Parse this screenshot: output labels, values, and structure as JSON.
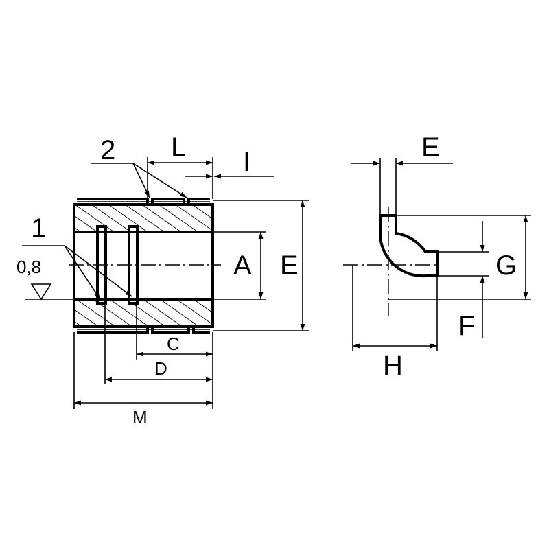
{
  "labels": {
    "callout_1": "1",
    "callout_2": "2",
    "roughness": "0,8",
    "dim_L": "L",
    "dim_I": "I",
    "dim_A": "A",
    "dim_E_side": "E",
    "dim_C": "C",
    "dim_D": "D",
    "dim_M": "M",
    "dim_E_end": "E",
    "dim_G": "G",
    "dim_F": "F",
    "dim_H": "H"
  }
}
